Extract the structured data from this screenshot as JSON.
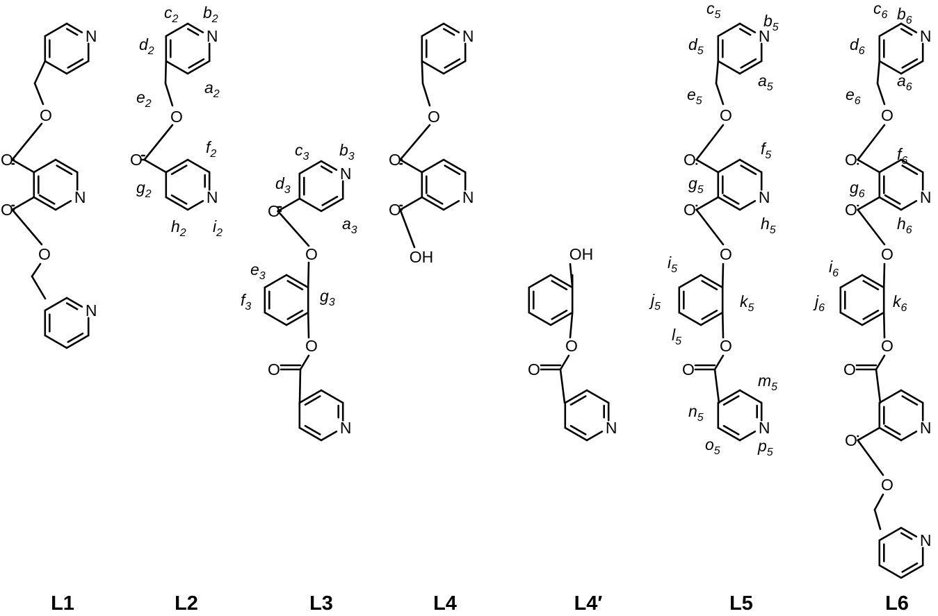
{
  "figure": {
    "atom_symbols": {
      "nitrogen": "N",
      "oxygen": "O",
      "hydroxyl": "OH"
    },
    "compounds": [
      {
        "id": "L1",
        "caption": "L1",
        "labels": []
      },
      {
        "id": "L2",
        "caption": "L2",
        "labels": [
          {
            "letter": "c",
            "sub": "2"
          },
          {
            "letter": "b",
            "sub": "2"
          },
          {
            "letter": "d",
            "sub": "2"
          },
          {
            "letter": "a",
            "sub": "2"
          },
          {
            "letter": "e",
            "sub": "2"
          },
          {
            "letter": "f",
            "sub": "2"
          },
          {
            "letter": "g",
            "sub": "2"
          },
          {
            "letter": "h",
            "sub": "2"
          },
          {
            "letter": "i",
            "sub": "2"
          }
        ]
      },
      {
        "id": "L3",
        "caption": "L3",
        "labels": [
          {
            "letter": "c",
            "sub": "3"
          },
          {
            "letter": "b",
            "sub": "3"
          },
          {
            "letter": "d",
            "sub": "3"
          },
          {
            "letter": "a",
            "sub": "3"
          },
          {
            "letter": "e",
            "sub": "3"
          },
          {
            "letter": "f",
            "sub": "3"
          },
          {
            "letter": "g",
            "sub": "3"
          }
        ]
      },
      {
        "id": "L4",
        "caption": "L4",
        "labels": []
      },
      {
        "id": "L4prime",
        "caption": "L4′",
        "labels": []
      },
      {
        "id": "L5",
        "caption": "L5",
        "labels": [
          {
            "letter": "c",
            "sub": "5"
          },
          {
            "letter": "b",
            "sub": "5"
          },
          {
            "letter": "d",
            "sub": "5"
          },
          {
            "letter": "a",
            "sub": "5"
          },
          {
            "letter": "e",
            "sub": "5"
          },
          {
            "letter": "f",
            "sub": "5"
          },
          {
            "letter": "g",
            "sub": "5"
          },
          {
            "letter": "h",
            "sub": "5"
          },
          {
            "letter": "i",
            "sub": "5"
          },
          {
            "letter": "j",
            "sub": "5"
          },
          {
            "letter": "k",
            "sub": "5"
          },
          {
            "letter": "l",
            "sub": "5"
          },
          {
            "letter": "m",
            "sub": "5"
          },
          {
            "letter": "n",
            "sub": "5"
          },
          {
            "letter": "o",
            "sub": "5"
          },
          {
            "letter": "p",
            "sub": "5"
          }
        ]
      },
      {
        "id": "L6",
        "caption": "L6",
        "labels": [
          {
            "letter": "c",
            "sub": "6"
          },
          {
            "letter": "b",
            "sub": "6"
          },
          {
            "letter": "d",
            "sub": "6"
          },
          {
            "letter": "a",
            "sub": "6"
          },
          {
            "letter": "e",
            "sub": "6"
          },
          {
            "letter": "f",
            "sub": "6"
          },
          {
            "letter": "g",
            "sub": "6"
          },
          {
            "letter": "h",
            "sub": "6"
          },
          {
            "letter": "i",
            "sub": "6"
          },
          {
            "letter": "j",
            "sub": "6"
          },
          {
            "letter": "k",
            "sub": "6"
          }
        ]
      }
    ]
  }
}
